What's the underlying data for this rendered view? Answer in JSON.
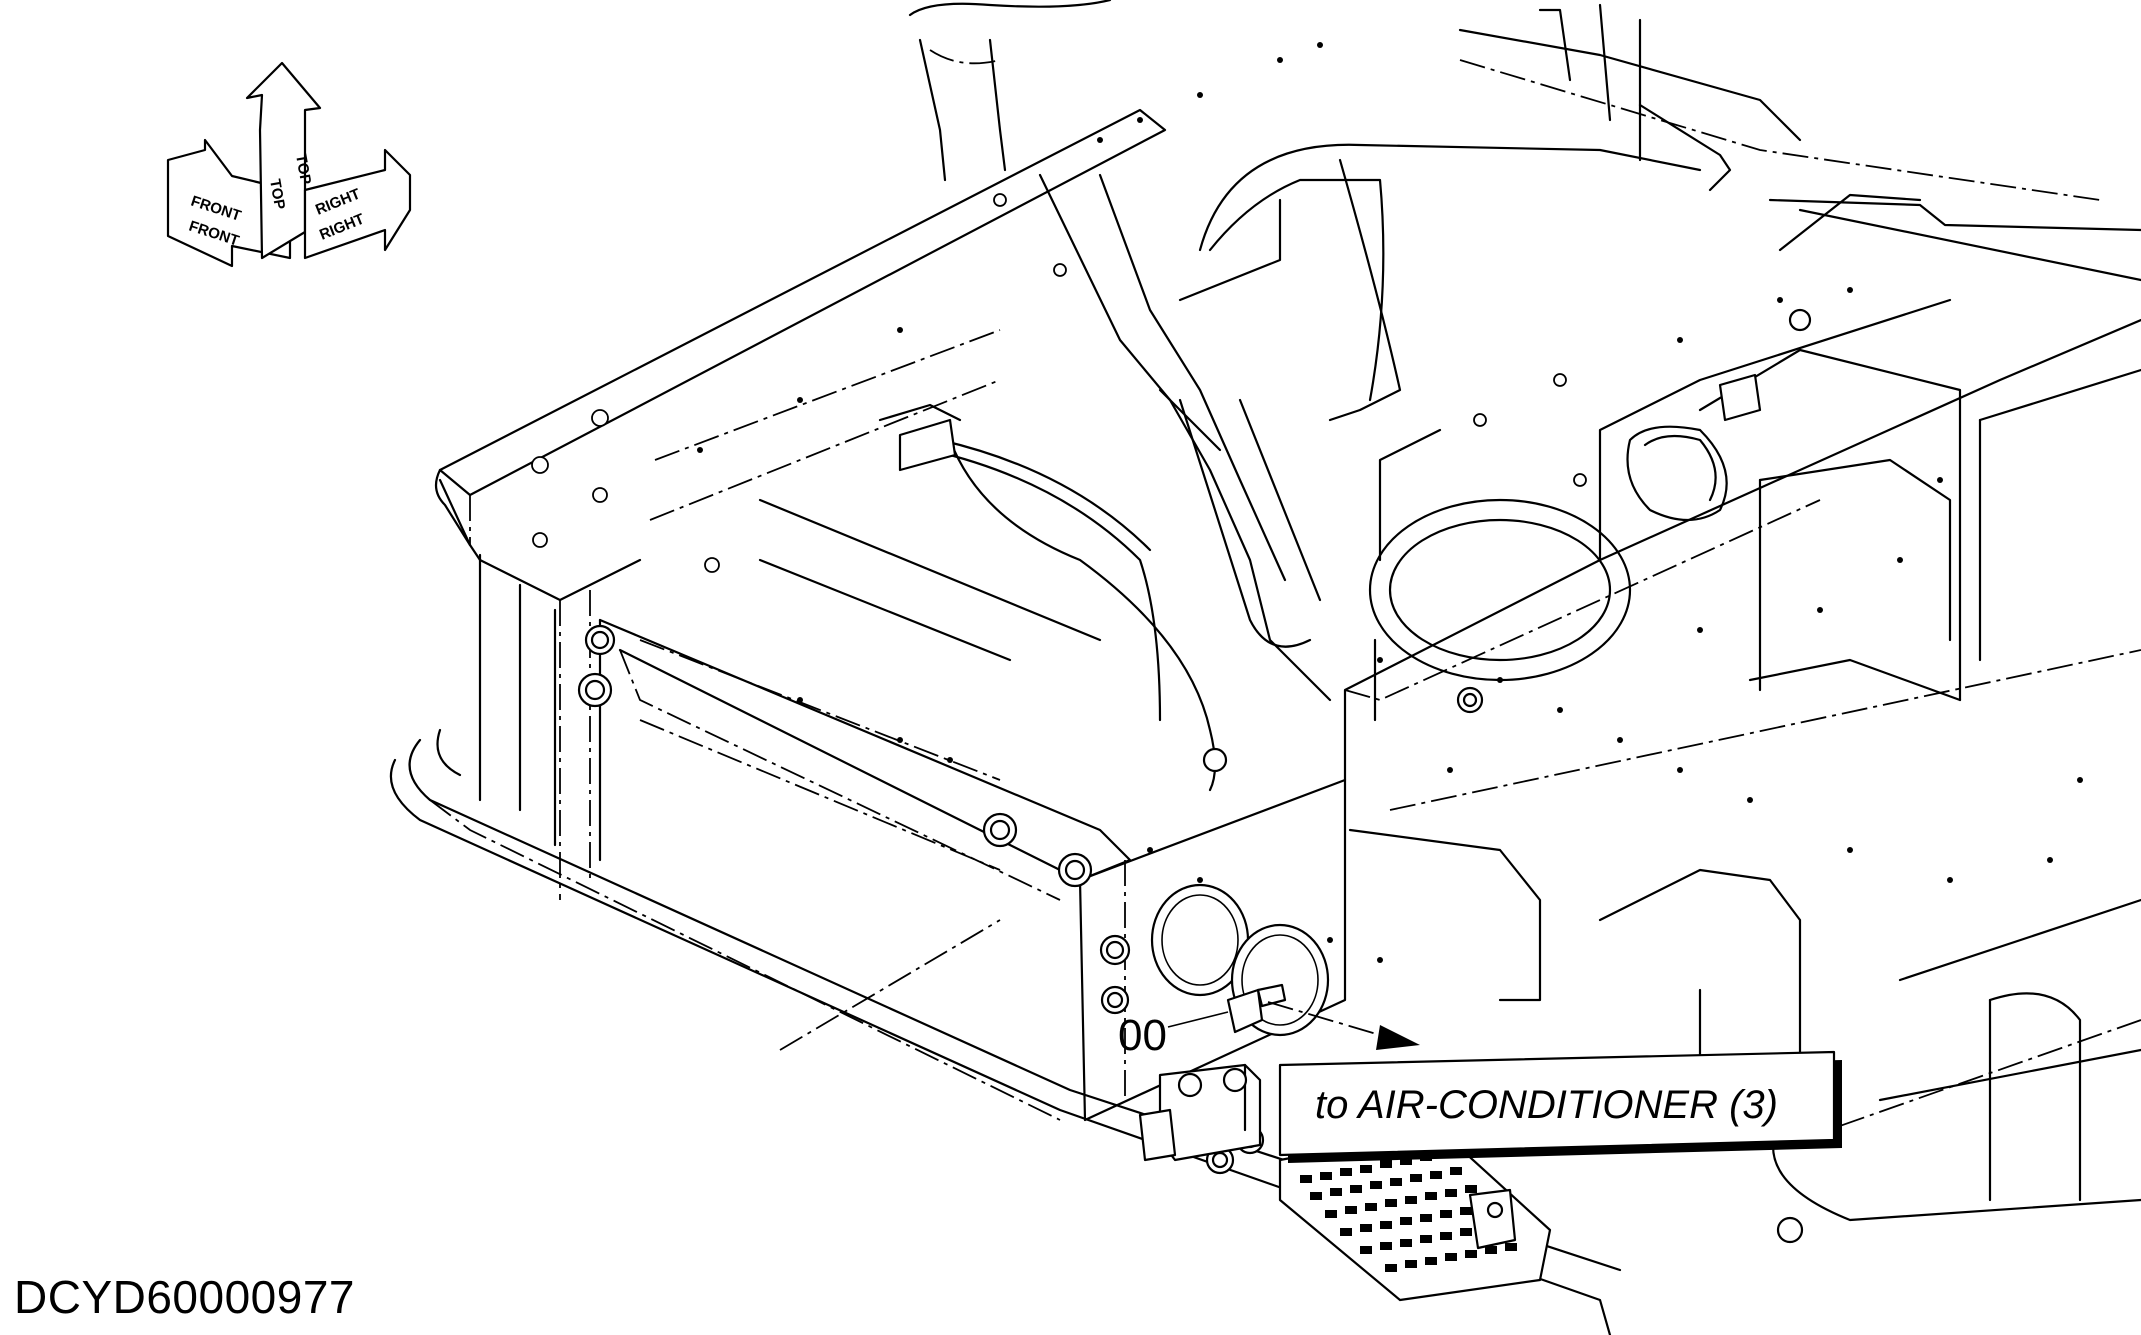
{
  "diagram": {
    "callout": {
      "label": "to AIR-CONDITIONER (3)"
    },
    "part_number": "00",
    "drawing_id": "DCYD60000977",
    "orientation_indicator": {
      "front": "FRONT",
      "top": "TOP",
      "right": "RIGHT"
    }
  },
  "icons": [
    "orientation-arrows-icon",
    "direction-arrow-icon"
  ]
}
